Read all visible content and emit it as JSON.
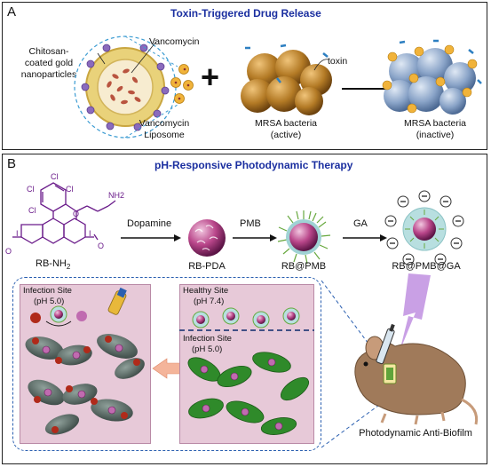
{
  "panel_a": {
    "letter": "A",
    "title": "Toxin-Triggered Drug Release",
    "chitosan_label_1": "Chitosan-",
    "chitosan_label_2": "coated gold",
    "chitosan_label_3": "nanoparticles",
    "vancomycin_label": "Vancomycin",
    "liposome_label_1": "Vancomycin",
    "liposome_label_2": "Liposome",
    "plus": "+",
    "toxin_label": "toxin",
    "active_label_1": "MRSA bacteria",
    "active_label_2": "(active)",
    "inactive_label_1": "MRSA bacteria",
    "inactive_label_2": "(inactive)"
  },
  "panel_b": {
    "letter": "B",
    "title": "pH-Responsive Photodynamic Therapy",
    "molecule_name": "RB-NH",
    "molecule_sub": "2",
    "dopamine": "Dopamine",
    "rb_pda": "RB-PDA",
    "pmb": "PMB",
    "rb_pmb": "RB@PMB",
    "ga": "GA",
    "rb_pmb_ga": "RB@PMB@GA",
    "infection_site_1": "Infection Site",
    "infection_ph_1": "(pH 5.0)",
    "healthy_site": "Healthy Site",
    "healthy_ph": "(pH 7.4)",
    "infection_site_2": "Infection Site",
    "infection_ph_2": "(pH 5.0)",
    "caption": "Photodynamic Anti-Biofilm",
    "chem_cl": "Cl",
    "chem_i": "I",
    "chem_o": "O",
    "chem_nh2": "NH2"
  },
  "colors": {
    "title_blue": "#1b2fa0",
    "bacteria_active": "#a86a1c",
    "bacteria_inactive": "#6f8fb8",
    "chem_purple": "#6a1b8a",
    "tissue_pink": "#e7c9d8",
    "biofilm_green": "#2f8a2a",
    "dash_border": "#2a5fb0"
  }
}
